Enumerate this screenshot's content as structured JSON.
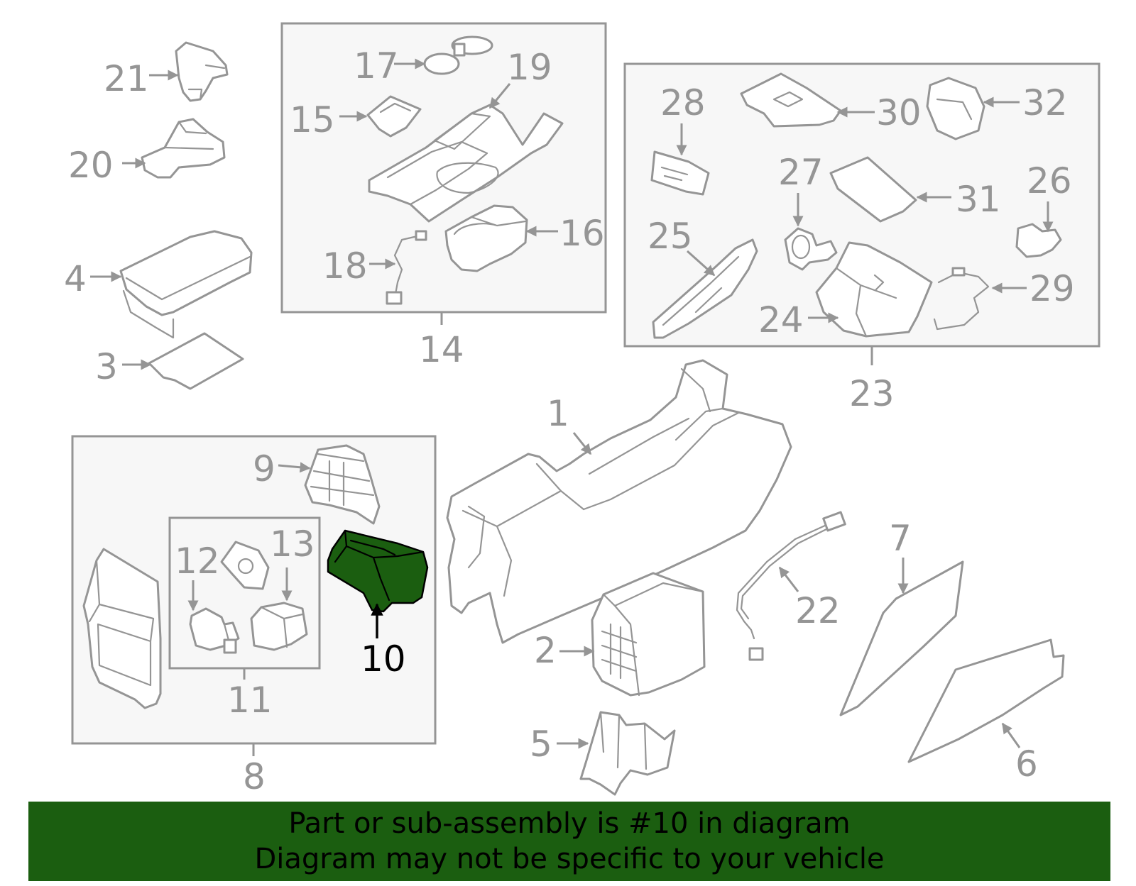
{
  "colors": {
    "line": "#959595",
    "box_fill": "#f7f7f7",
    "highlight": "#1b5e10",
    "banner": "#1b5e10"
  },
  "callouts": {
    "c1": "1",
    "c2": "2",
    "c3": "3",
    "c4": "4",
    "c5": "5",
    "c6": "6",
    "c7": "7",
    "c8": "8",
    "c9": "9",
    "c10": "10",
    "c11": "11",
    "c12": "12",
    "c13": "13",
    "c14": "14",
    "c15": "15",
    "c16": "16",
    "c17": "17",
    "c18": "18",
    "c19": "19",
    "c20": "20",
    "c21": "21",
    "c22": "22",
    "c23": "23",
    "c24": "24",
    "c25": "25",
    "c26": "26",
    "c27": "27",
    "c28": "28",
    "c29": "29",
    "c30": "30",
    "c31": "31",
    "c32": "32"
  },
  "highlighted_part": "10",
  "banner": {
    "line1": "Part or sub-assembly is #10 in diagram",
    "line2": "Diagram may not be specific to your vehicle"
  }
}
